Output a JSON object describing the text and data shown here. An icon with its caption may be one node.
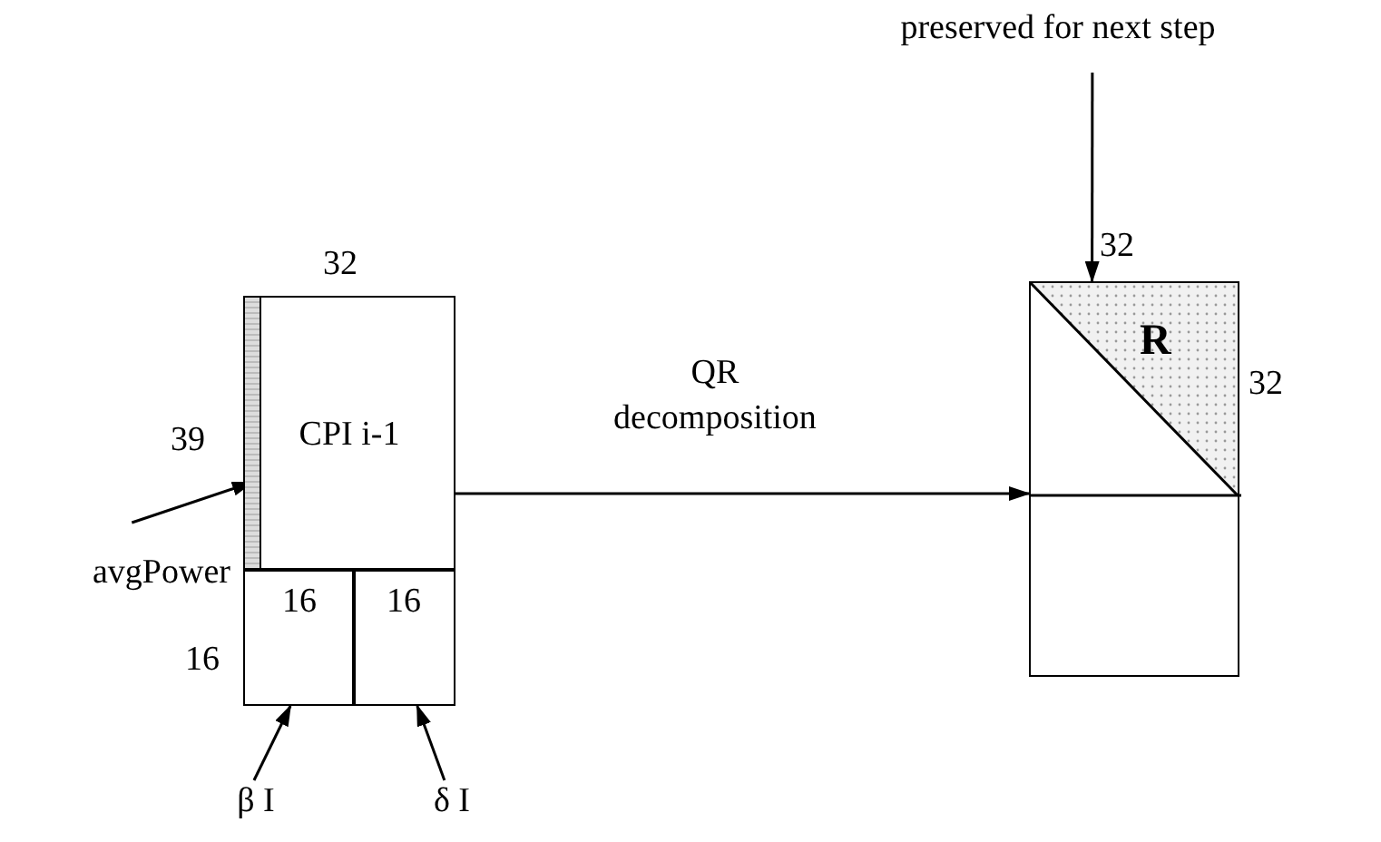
{
  "diagram": {
    "nodes": [
      {
        "text": [
          "CPI i-1"
        ]
      },
      {
        "text": [],
        "shape": "bar",
        "in": 0
      },
      {
        "text": [
          "16"
        ]
      },
      {
        "text": [
          "16"
        ]
      },
      {
        "text": [
          "avgPower"
        ]
      },
      {
        "text": [
          "β I"
        ]
      },
      {
        "text": [
          "δ I"
        ]
      },
      {
        "text": [],
        "shape": "box"
      },
      {
        "text": [
          "R"
        ],
        "in": 7
      },
      {
        "text": [
          "preserved for next step"
        ]
      }
    ],
    "edges": [
      {
        "from": 0,
        "to": 7,
        "arrow": "to",
        "label": "QR decomposition"
      },
      {
        "from": 4,
        "to": 1,
        "arrow": "to"
      },
      {
        "from": 5,
        "to": 2,
        "arrow": "to"
      },
      {
        "from": 6,
        "to": 3,
        "arrow": "to"
      },
      {
        "from": 9,
        "to": 8,
        "arrow": "to"
      }
    ],
    "labels": [
      "32",
      "39",
      "16",
      "32",
      "32"
    ]
  }
}
